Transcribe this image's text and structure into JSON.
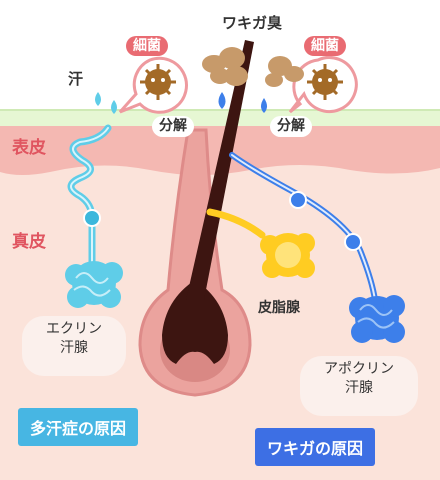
{
  "labels": {
    "sweat": "汗",
    "bacteria_left": "細菌",
    "bacteria_right": "細菌",
    "odor": "ワキガ臭",
    "decompose_left": "分解",
    "decompose_right": "分解",
    "epidermis": "表皮",
    "dermis": "真皮",
    "sebaceous": "皮脂腺",
    "eccrine_line1": "エクリン",
    "eccrine_line2": "汗腺",
    "apocrine_line1": "アポクリン",
    "apocrine_line2": "汗腺"
  },
  "causes": {
    "hyperhidrosis": "多汗症の原因",
    "osmidrosis": "ワキガの原因"
  },
  "icons": [
    "sweat-drop-icon",
    "bacteria-icon",
    "odor-cloud-icon",
    "hair-icon",
    "gland-icon"
  ],
  "colors": {
    "epidermis": "#f4b8b2",
    "dermis": "#fbe3da",
    "surface": "#e6f7d3",
    "eccrine": "#5fcde8",
    "apocrine": "#3d7fea",
    "sebaceous": "#ffcc22",
    "hair": "#3d1511",
    "bacteria": "#a36a27",
    "odor": "#c79a6a",
    "hyperhidrosis_bg": "#47b6e3",
    "osmidrosis_bg": "#3d6fe4"
  }
}
